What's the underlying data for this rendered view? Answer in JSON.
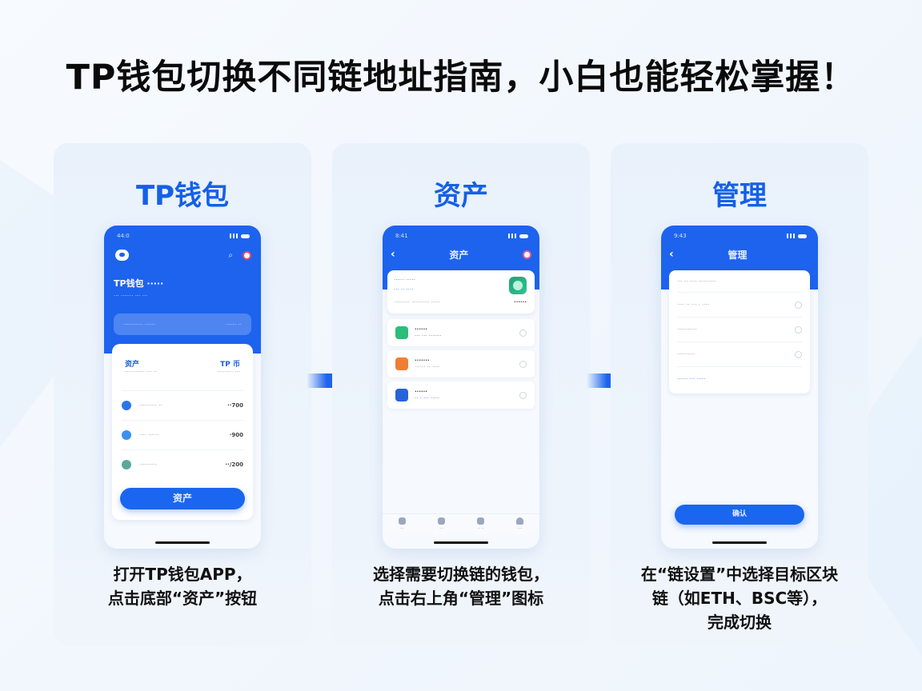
{
  "title": "TP钱包切换不同链地址指南，小白也能轻松掌握！",
  "colors": {
    "accent": "#1d63ee",
    "button": "#1a66f0",
    "card_bg": "#ebf2fb",
    "page_bg": "#f4f8fd"
  },
  "steps": [
    {
      "card_title": "TP钱包",
      "caption_lines": [
        "打开TP钱包APP，",
        "点击底部“资产”按钮"
      ],
      "phone": {
        "status_time": "44:0",
        "brand": "TP钱包 ·····",
        "subtitle": "··· ······· ··· ···",
        "search_placeholder": "··········· ······",
        "search_action": "······ ··",
        "stats": [
          {
            "value": "资产",
            "label": "··········· ··· ··"
          },
          {
            "value": "TP 币",
            "label": "········· ···"
          }
        ],
        "assets": [
          {
            "icon": "coin-blue-icon",
            "color": "#2b74e6",
            "name": "·········· ··",
            "amount": "··700"
          },
          {
            "icon": "coin-lightblue-icon",
            "color": "#3a8ff0",
            "name": "···· ······",
            "amount": "·900"
          },
          {
            "icon": "coin-green-icon",
            "color": "#5aa89a",
            "name": "··········",
            "amount": "··/200"
          }
        ],
        "button_label": "资产"
      }
    },
    {
      "card_title": "资产",
      "caption_lines": [
        "选择需要切换链的钱包，",
        "点击右上角“管理”图标"
      ],
      "phone": {
        "status_time": "8:41",
        "nav_title": "资产",
        "top_line1": "······ ·····",
        "top_line2": "··· ·· ····",
        "top_line3": "········· ·········· ·····",
        "top_action": "······",
        "wallets": [
          {
            "icon": "wallet-green-icon",
            "color": "#2bbd7a",
            "name": "······",
            "detail": "··· ··· ·······"
          },
          {
            "icon": "wallet-orange-icon",
            "color": "#f07e32",
            "name": "·······",
            "detail": "······ ·· ····"
          },
          {
            "icon": "wallet-blue-icon",
            "color": "#2563d9",
            "name": "······",
            "detail": "·· · ··· ·····"
          }
        ],
        "tabs": [
          "···",
          "···",
          "·· ··",
          "····"
        ]
      }
    },
    {
      "card_title": "管理",
      "caption_lines": [
        "在“链设置”中选择目标区块",
        "链（如ETH、BSC等），",
        "完成切换"
      ],
      "phone": {
        "status_time": "9:43",
        "nav_title": "管理",
        "header_row": "··· ·· ····   ··········",
        "rows": [
          "···· ·· ··· · ····",
          "···········",
          "··········"
        ],
        "link": "······ ··· ·····",
        "button_label": "确认"
      }
    }
  ]
}
